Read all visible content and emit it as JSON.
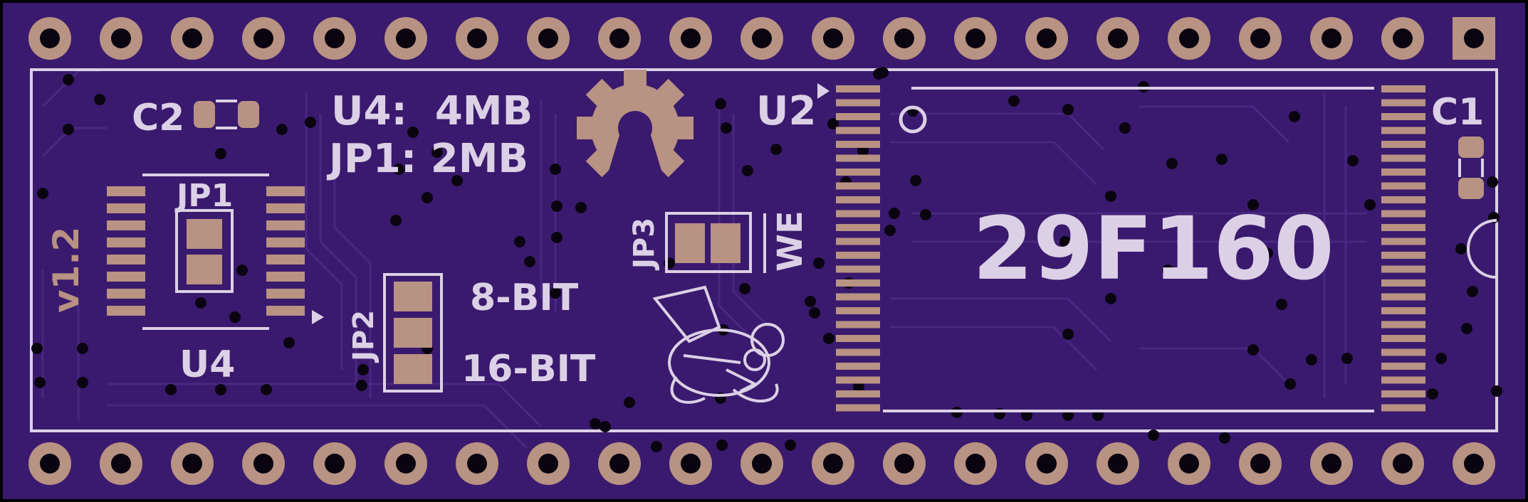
{
  "board": {
    "version": "v1.2",
    "colors": {
      "substrate": "#3a1a6e",
      "copper_trace": "#4a2a82",
      "silkscreen": "#dcd0e6",
      "pad": "#b89282",
      "via": "#0a0410"
    },
    "pin_rows": {
      "top_count": 21,
      "bottom_count": 21,
      "pin1_shape": "square"
    }
  },
  "labels": {
    "c2": "C2",
    "c1": "C1",
    "u4_size": "U4:  4MB",
    "jp1_size": "JP1: 2MB",
    "u2": "U2",
    "jp1": "JP1",
    "u4": "U4",
    "jp2": "JP2",
    "jp3": "JP3",
    "we": "WE",
    "bit8": "8-BIT",
    "bit16": "16-BIT",
    "chip": "29F160"
  },
  "icons": {
    "logo": "open-hardware-gear-icon",
    "mascot": "cartoon-character-icon"
  }
}
